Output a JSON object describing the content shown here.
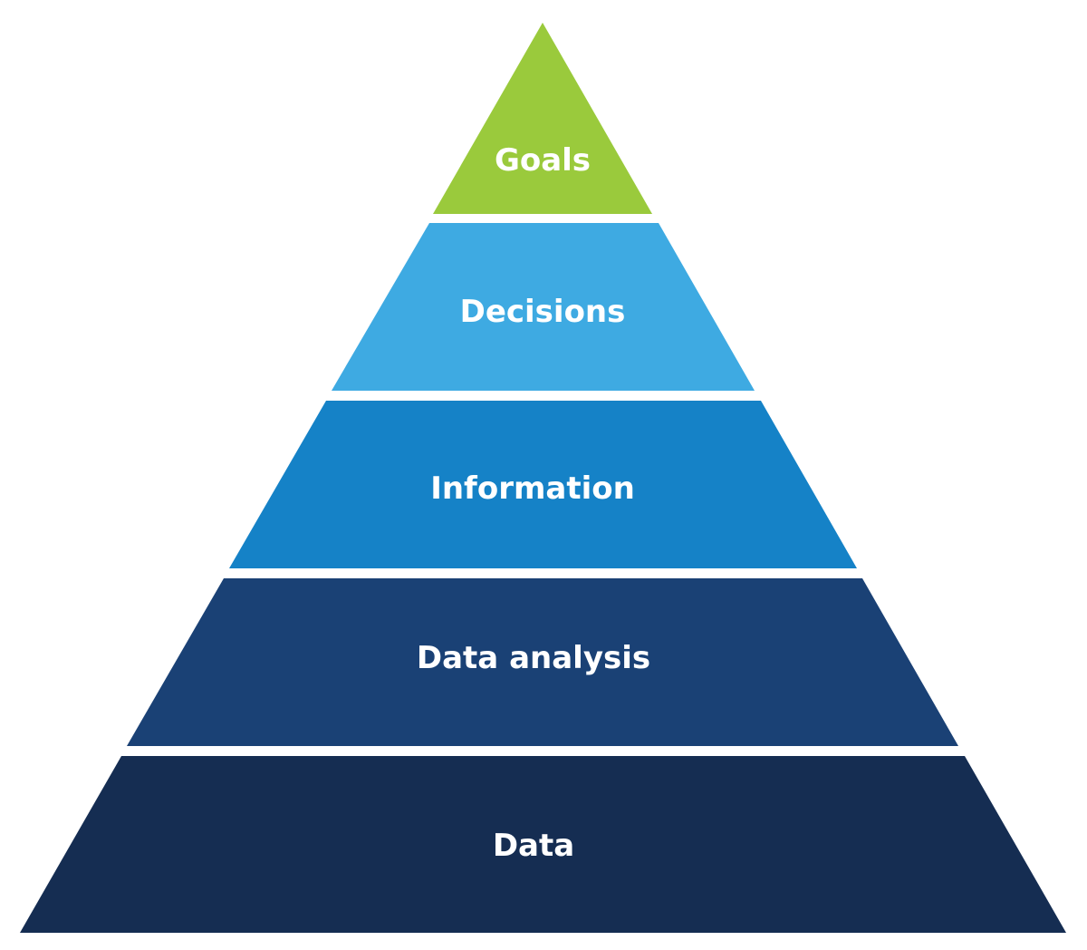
{
  "diagram": {
    "tiers": [
      {
        "label": "Goals",
        "color": "#9aca3c"
      },
      {
        "label": "Decisions",
        "color": "#3eaae2"
      },
      {
        "label": "Information",
        "color": "#1582c7"
      },
      {
        "label": "Data analysis",
        "color": "#1a4175"
      },
      {
        "label": "Data",
        "color": "#152d52"
      }
    ]
  }
}
